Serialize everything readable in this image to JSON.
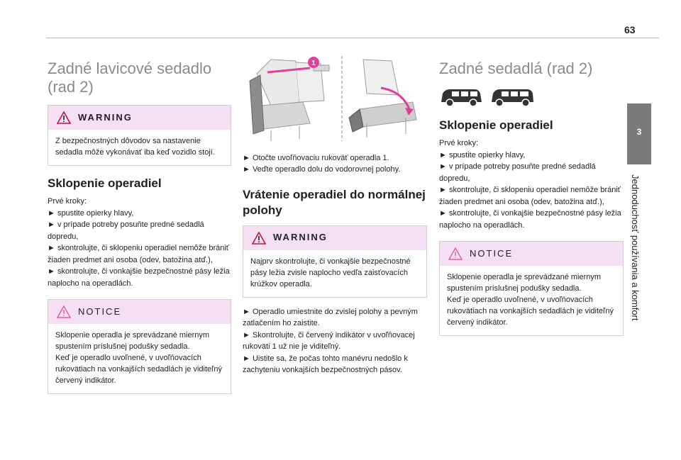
{
  "page_number": "63",
  "chapter_tab": "3",
  "chapter_title": "Jednoduchosť používania a komfort",
  "col1": {
    "title": "Zadné lavicové sedadlo (rad 2)",
    "warning": {
      "label": "WARNING",
      "text": "Z bezpečnostných dôvodov sa nastavenie sedadla môže vykonávať iba keď vozidlo stojí."
    },
    "section_title": "Sklopenie operadiel",
    "steps_text": "Prvé kroky:\n► spustite opierky hlavy,\n► v prípade potreby posuňte predné sedadlá dopredu,\n► skontrolujte, či sklopeniu operadiel nemôže brániť žiaden predmet ani osoba (odev, batožina atď.),\n► skontrolujte, či vonkajšie bezpečnostné pásy ležia naplocho na operadlách.",
    "notice": {
      "label": "NOTICE",
      "text": "Sklopenie operadla je sprevádzané miernym spustením príslušnej podušky sedadla.\nKeď je operadlo uvoľnené, v uvoľňovacích rukovätiach na vonkajších sedadlách je viditeľný červený indikátor."
    }
  },
  "col2": {
    "illustration_marker": "1",
    "instructions_text": "► Otočte uvoľňovaciu rukoväť operadla 1.\n► Veďte operadlo dolu do vodorovnej polohy.",
    "section_title": "Vrátenie operadiel do normálnej polohy",
    "warning": {
      "label": "WARNING",
      "text": "Najprv skontrolujte, či vonkajšie bezpečnostné pásy ležia zvisle naplocho vedľa zaisťovacích krúžkov operadla."
    },
    "steps_text": "► Operadlo umiestnite do zvislej polohy a pevným zatlačením ho zaistite.\n► Skontrolujte, či červený indikátor v uvoľňovacej rukoväti 1 už nie je viditeľný.\n► Uistite sa, že počas tohto manévru nedošlo k zachyteniu vonkajších bezpečnostných pásov."
  },
  "col3": {
    "title": "Zadné sedadlá (rad 2)",
    "section_title": "Sklopenie operadiel",
    "steps_text": "Prvé kroky:\n► spustite opierky hlavy,\n► v prípade potreby posuňte predné sedadlá dopredu,\n► skontrolujte, či sklopeniu operadiel nemôže brániť žiaden predmet ani osoba (odev, batožina atď.),\n► skontrolujte, či vonkajšie bezpečnostné pásy ležia naplocho na operadlách.",
    "notice": {
      "label": "NOTICE",
      "text": "Sklopenie operadla je sprevádzané miernym spustením príslušnej podušky sedadla.\nKeď je operadlo uvoľnené, v uvoľňovacích rukovätiach na vonkajších sedadlách je viditeľný červený indikátor."
    }
  },
  "colors": {
    "accent_pink": "#f5dff3",
    "warning_icon": "#c0143c",
    "notice_icon": "#e0409a",
    "tab_gray": "#7a7a7a"
  },
  "icons": [
    "warning-icon",
    "notice-icon",
    "van-short-icon",
    "van-long-icon"
  ]
}
